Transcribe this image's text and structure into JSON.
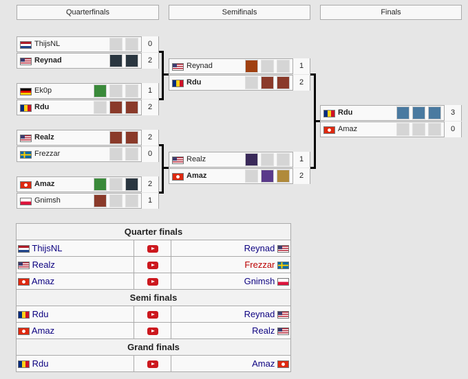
{
  "headers": [
    "Quarterfinals",
    "Semifinals",
    "Finals"
  ],
  "quarterfinals": [
    [
      {
        "name": "ThijsNL",
        "flag": "nl",
        "score": "0",
        "win": false,
        "heroes": [
          [
            "#888",
            false
          ],
          [
            "#999",
            false
          ]
        ]
      },
      {
        "name": "Reynad",
        "flag": "us",
        "score": "2",
        "win": true,
        "heroes": [
          [
            "#2a3640",
            true
          ],
          [
            "#2a3640",
            true
          ]
        ]
      }
    ],
    [
      {
        "name": "Ek0p",
        "flag": "de",
        "score": "1",
        "win": false,
        "heroes": [
          [
            "#3a8a3a",
            true
          ],
          [
            "#999",
            false
          ],
          [
            "#999",
            false
          ]
        ]
      },
      {
        "name": "Rdu",
        "flag": "ro",
        "score": "2",
        "win": true,
        "heroes": [
          [
            "#999",
            false
          ],
          [
            "#8a3a2a",
            true
          ],
          [
            "#8a3a2a",
            true
          ]
        ]
      }
    ],
    [
      {
        "name": "Realz",
        "flag": "us",
        "score": "2",
        "win": true,
        "heroes": [
          [
            "#8a3a2a",
            true
          ],
          [
            "#8a3a2a",
            true
          ]
        ]
      },
      {
        "name": "Frezzar",
        "flag": "se",
        "score": "0",
        "win": false,
        "heroes": [
          [
            "#999",
            false
          ],
          [
            "#999",
            false
          ]
        ]
      }
    ],
    [
      {
        "name": "Amaz",
        "flag": "hk",
        "score": "2",
        "win": true,
        "heroes": [
          [
            "#3a8a3a",
            true
          ],
          [
            "#999",
            false
          ],
          [
            "#2a3640",
            true
          ]
        ]
      },
      {
        "name": "Gnimsh",
        "flag": "pl",
        "score": "1",
        "win": false,
        "heroes": [
          [
            "#8a3a2a",
            true
          ],
          [
            "#999",
            false
          ],
          [
            "#999",
            false
          ]
        ]
      }
    ]
  ],
  "semifinals": [
    [
      {
        "name": "Reynad",
        "flag": "us",
        "score": "1",
        "win": false,
        "heroes": [
          [
            "#a04010",
            true
          ],
          [
            "#999",
            false
          ],
          [
            "#999",
            false
          ]
        ]
      },
      {
        "name": "Rdu",
        "flag": "ro",
        "score": "2",
        "win": true,
        "heroes": [
          [
            "#999",
            false
          ],
          [
            "#8a3a2a",
            true
          ],
          [
            "#8a3a2a",
            true
          ]
        ]
      }
    ],
    [
      {
        "name": "Realz",
        "flag": "us",
        "score": "1",
        "win": false,
        "heroes": [
          [
            "#3a2a5a",
            true
          ],
          [
            "#999",
            false
          ],
          [
            "#999",
            false
          ]
        ]
      },
      {
        "name": "Amaz",
        "flag": "hk",
        "score": "2",
        "win": true,
        "heroes": [
          [
            "#999",
            false
          ],
          [
            "#5a3a8a",
            true
          ],
          [
            "#b08a3a",
            true
          ]
        ]
      }
    ]
  ],
  "finals": [
    [
      {
        "name": "Rdu",
        "flag": "ro",
        "score": "3",
        "win": true,
        "heroes": [
          [
            "#4a7aa0",
            true
          ],
          [
            "#4a7aa0",
            true
          ],
          [
            "#4a7aa0",
            true
          ]
        ]
      },
      {
        "name": "Amaz",
        "flag": "hk",
        "score": "0",
        "win": false,
        "heroes": [
          [
            "#999",
            false
          ],
          [
            "#999",
            false
          ],
          [
            "#999",
            false
          ]
        ]
      }
    ]
  ],
  "videos": [
    {
      "section": "Quarter finals",
      "matches": [
        {
          "left": "ThijsNL",
          "lflag": "nl",
          "right": "Reynad",
          "rflag": "us",
          "rred": false
        },
        {
          "left": "Realz",
          "lflag": "us",
          "right": "Frezzar",
          "rflag": "se",
          "rred": true
        },
        {
          "left": "Amaz",
          "lflag": "hk",
          "right": "Gnimsh",
          "rflag": "pl",
          "rred": false
        }
      ]
    },
    {
      "section": "Semi finals",
      "matches": [
        {
          "left": "Rdu",
          "lflag": "ro",
          "right": "Reynad",
          "rflag": "us",
          "rred": false
        },
        {
          "left": "Amaz",
          "lflag": "hk",
          "right": "Realz",
          "rflag": "us",
          "rred": false
        }
      ]
    },
    {
      "section": "Grand finals",
      "matches": [
        {
          "left": "Rdu",
          "lflag": "ro",
          "right": "Amaz",
          "rflag": "hk",
          "rred": false
        }
      ]
    }
  ]
}
